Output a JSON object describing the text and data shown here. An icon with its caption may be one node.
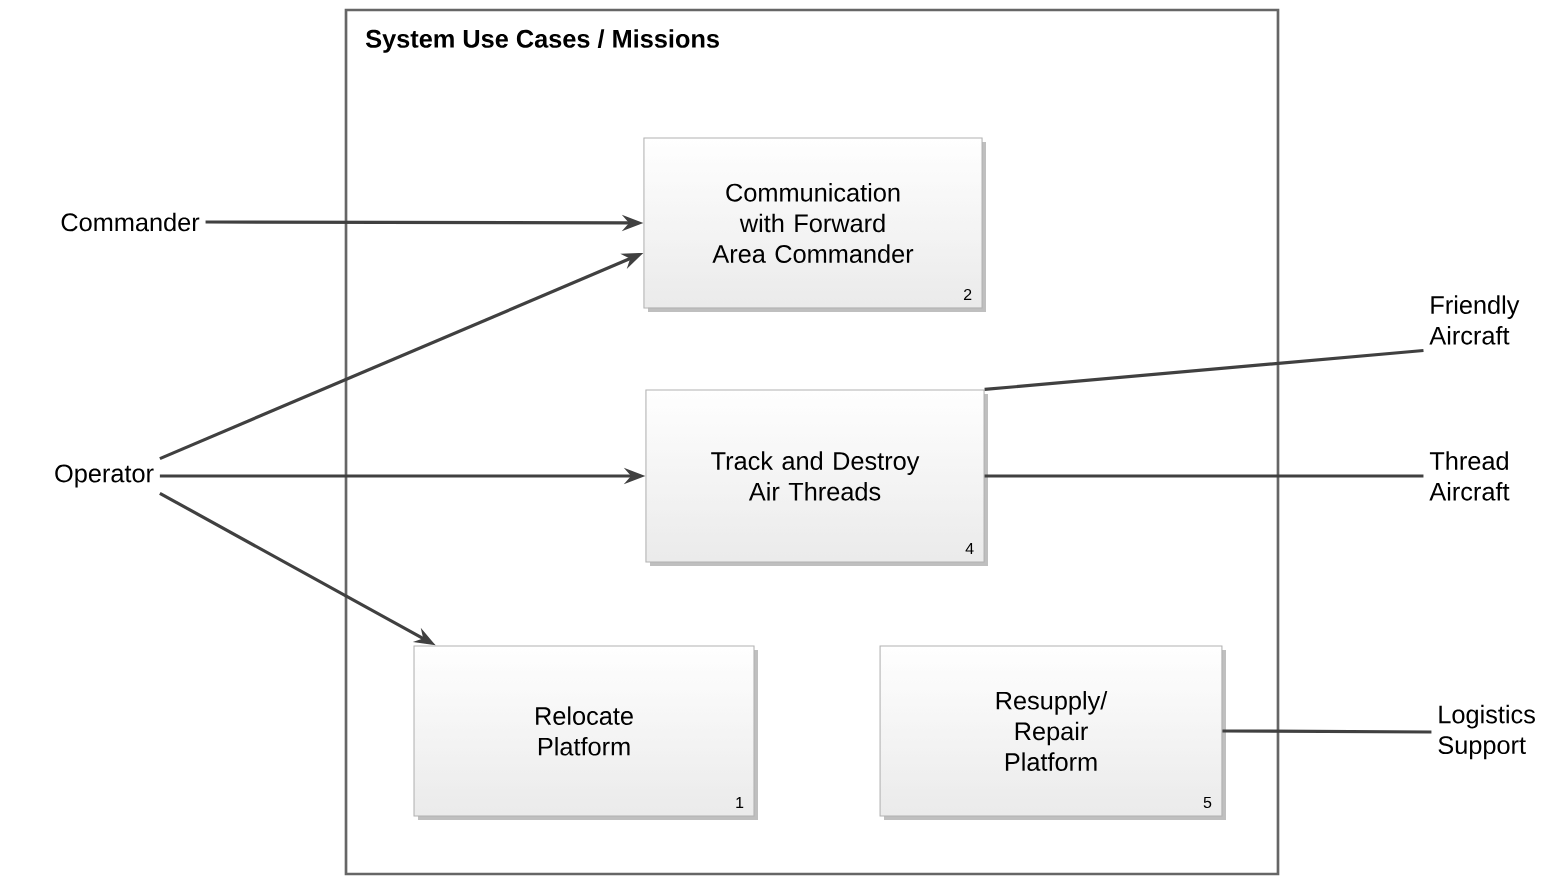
{
  "diagram": {
    "nodes": [
      {
        "text": [
          "System Use Cases / Missions"
        ]
      },
      {
        "text": [
          "Commander"
        ]
      },
      {
        "text": [
          "Communication with Forward Area Commander",
          "2"
        ],
        "in": 0
      },
      {
        "text": [
          "Friendly Aircraft"
        ]
      },
      {
        "text": [
          "Operator"
        ]
      },
      {
        "text": [
          "Track and Destroy Air Threads",
          "4"
        ],
        "in": 0
      },
      {
        "text": [
          "Thread Aircraft"
        ]
      },
      {
        "text": [
          "Relocate Platform",
          "1"
        ],
        "in": 0
      },
      {
        "text": [
          "Resupply/ Repair Platform",
          "5"
        ],
        "in": 0
      },
      {
        "text": [
          "Logistics Support"
        ]
      }
    ],
    "edges": [
      {
        "from": 1,
        "to": 2,
        "arrow": "to"
      },
      {
        "from": 4,
        "to": 2,
        "arrow": "to"
      },
      {
        "from": 4,
        "to": 5,
        "arrow": "to"
      },
      {
        "from": 4,
        "to": 7,
        "arrow": "to"
      },
      {
        "from": 5,
        "to": 3,
        "arrow": "none"
      },
      {
        "from": 5,
        "to": 6,
        "arrow": "none"
      },
      {
        "from": 8,
        "to": 9,
        "arrow": "none"
      }
    ]
  }
}
